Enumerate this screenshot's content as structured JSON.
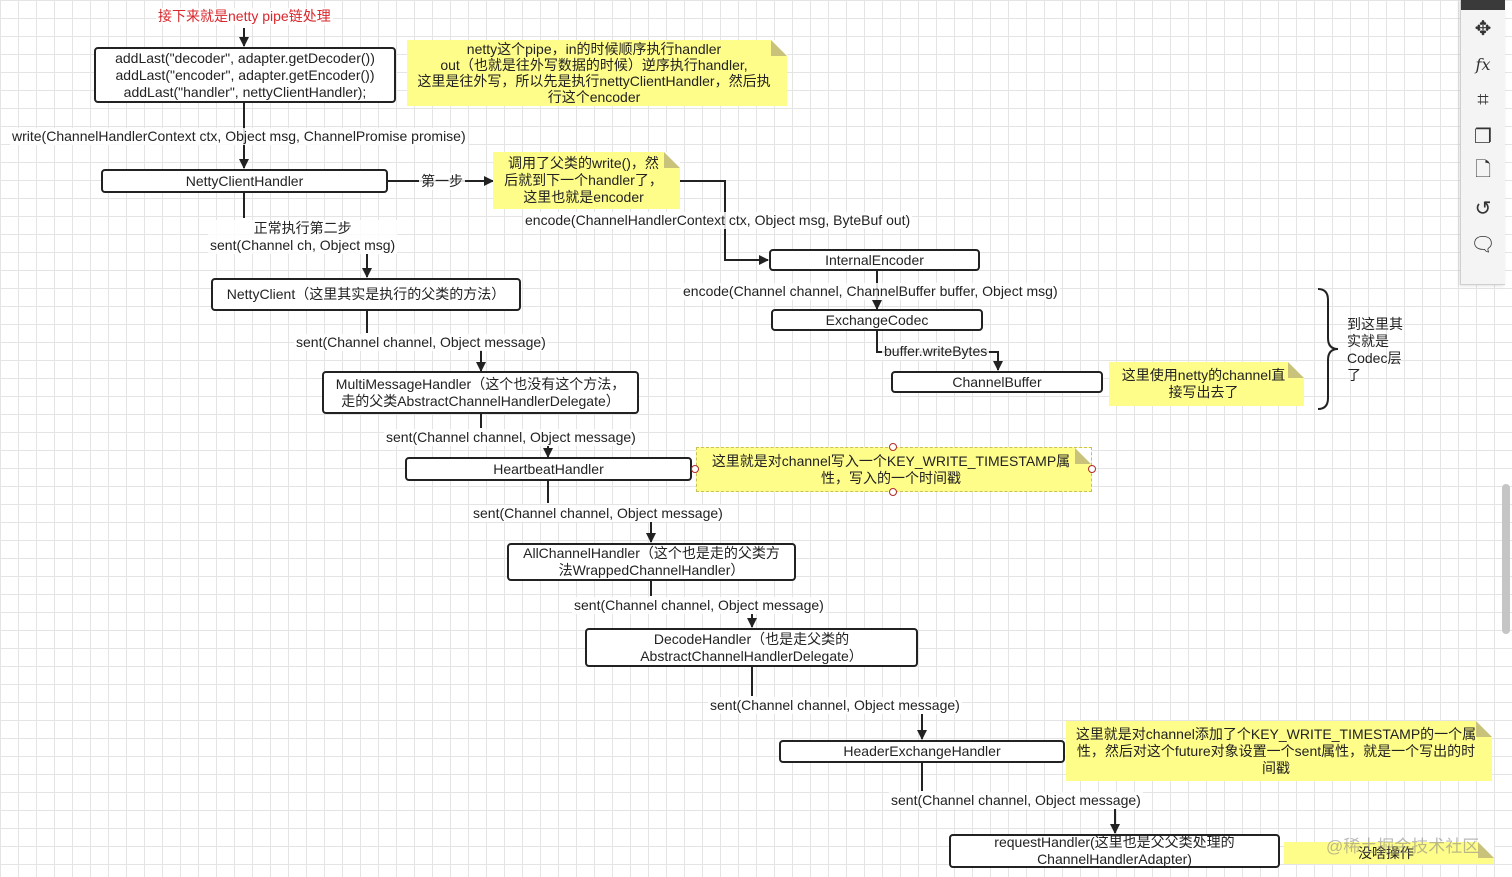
{
  "title": "接下来就是netty pipe链处理",
  "nodes": {
    "pipeline": [
      "addLast(\"decoder\", adapter.getDecoder())",
      "addLast(\"encoder\", adapter.getEncoder())",
      "addLast(\"handler\", nettyClientHandler);"
    ],
    "netty_client_handler": "NettyClientHandler",
    "netty_client": "NettyClient（这里其实是执行的父类的方法）",
    "multi_message_handler": [
      "MultiMessageHandler（这个也没有这个方法，",
      "走的父类AbstractChannelHandlerDelegate）"
    ],
    "heartbeat_handler": "HeartbeatHandler",
    "all_channel_handler": [
      "AllChannelHandler（这个也是走的父类方",
      "法WrappedChannelHandler）"
    ],
    "decode_handler": [
      "DecodeHandler（也是走父类的",
      "AbstractChannelHandlerDelegate）"
    ],
    "header_exchange_handler": "HeaderExchangeHandler",
    "request_handler": [
      "requestHandler(这里也是父父类处理的",
      "ChannelHandlerAdapter)"
    ],
    "internal_encoder": "InternalEncoder",
    "exchange_codec": "ExchangeCodec",
    "channel_buffer": "ChannelBuffer"
  },
  "notes": {
    "pipe_order": [
      "netty这个pipe，in的时候顺序执行handler",
      "out（也就是往外写数据的时候）逆序执行handler,",
      "这里是往外写，所以先是执行nettyClientHandler，然后执",
      "行这个encoder"
    ],
    "super_write": [
      "调用了父类的write()，然",
      "后就到下一个handler了，",
      "这里也就是encoder"
    ],
    "netty_channel": [
      "这里使用netty的channel直",
      "接写出去了"
    ],
    "heartbeat_note": [
      "这里就是对channel写入一个KEY_WRITE_TIMESTAMP属",
      "性，写入的一个时间戳"
    ],
    "header_note": [
      "这里就是对channel添加了个KEY_WRITE_TIMESTAMP的一个属",
      "性，然后对这个future对象设置一个sent属性，就是一个写出的时",
      "间戳"
    ],
    "nothing_note": "没啥操作"
  },
  "labels": {
    "write": "write(ChannelHandlerContext ctx, Object msg, ChannelPromise promise)",
    "step_one": "第一步",
    "step_two": [
      "正常执行第二步",
      "sent(Channel ch, Object msg)"
    ],
    "encode_ctx": "encode(ChannelHandlerContext ctx, Object msg, ByteBuf out)",
    "encode_channel": "encode(Channel channel, ChannelBuffer buffer, Object msg)",
    "write_bytes": "buffer.writeBytes",
    "codec_layer": [
      "到这里其",
      "实就是",
      "Codec层",
      "了"
    ],
    "sent_message": "sent(Channel channel, Object message)"
  },
  "toolbar": [
    "move-icon",
    "formula-icon",
    "crop-icon",
    "pages-icon",
    "page-icon",
    "history-icon",
    "comment-icon"
  ],
  "watermark": "@稀土掘金技术社区",
  "colors": {
    "note": "#fffd8a",
    "title": "#d9262b"
  }
}
